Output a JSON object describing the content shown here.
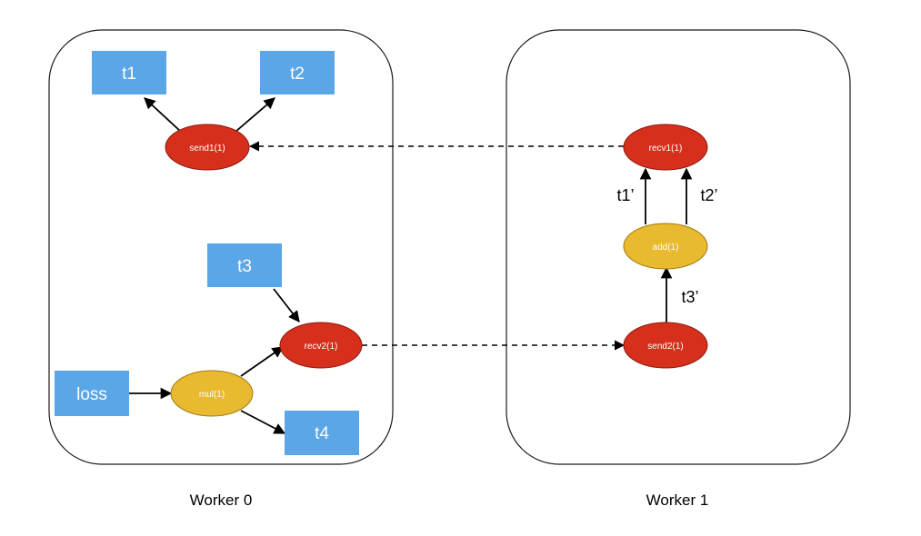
{
  "workers": {
    "w0": {
      "label": "Worker 0"
    },
    "w1": {
      "label": "Worker 1"
    }
  },
  "tensors": {
    "t1": "t1",
    "t2": "t2",
    "t3": "t3",
    "t4": "t4",
    "loss": "loss"
  },
  "ops": {
    "send1": "send1(1)",
    "recv2": "recv2(1)",
    "mul": "mul(1)",
    "recv1": "recv1(1)",
    "add": "add(1)",
    "send2": "send2(1)"
  },
  "edge_labels": {
    "t1p": "t1’",
    "t2p": "t2’",
    "t3p": "t3’"
  },
  "colors": {
    "tensor_box": "#5aa6e6",
    "send_recv_op": "#d6301c",
    "compute_op": "#e9b92f"
  }
}
